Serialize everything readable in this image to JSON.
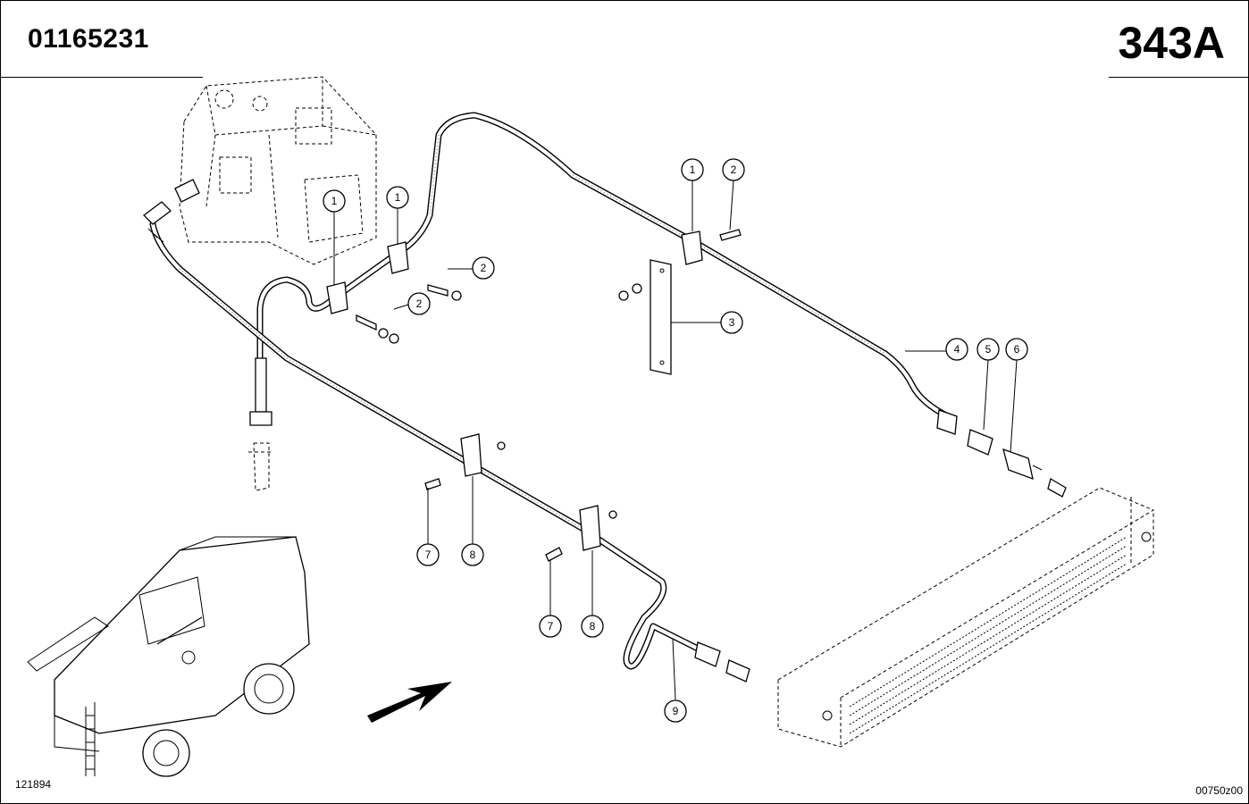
{
  "header": {
    "part_number": "01165231",
    "page_ref": "343A"
  },
  "footer": {
    "left_code": "121894",
    "right_code": "00750z00"
  },
  "callouts": [
    {
      "id": "c1a",
      "label": "1"
    },
    {
      "id": "c1b",
      "label": "1"
    },
    {
      "id": "c1c",
      "label": "1"
    },
    {
      "id": "c2a",
      "label": "2"
    },
    {
      "id": "c2b",
      "label": "2"
    },
    {
      "id": "c2c",
      "label": "2"
    },
    {
      "id": "c3",
      "label": "3"
    },
    {
      "id": "c4",
      "label": "4"
    },
    {
      "id": "c5",
      "label": "5"
    },
    {
      "id": "c6",
      "label": "6"
    },
    {
      "id": "c7a",
      "label": "7"
    },
    {
      "id": "c7b",
      "label": "7"
    },
    {
      "id": "c8a",
      "label": "8"
    },
    {
      "id": "c8b",
      "label": "8"
    },
    {
      "id": "c9",
      "label": "9"
    }
  ]
}
